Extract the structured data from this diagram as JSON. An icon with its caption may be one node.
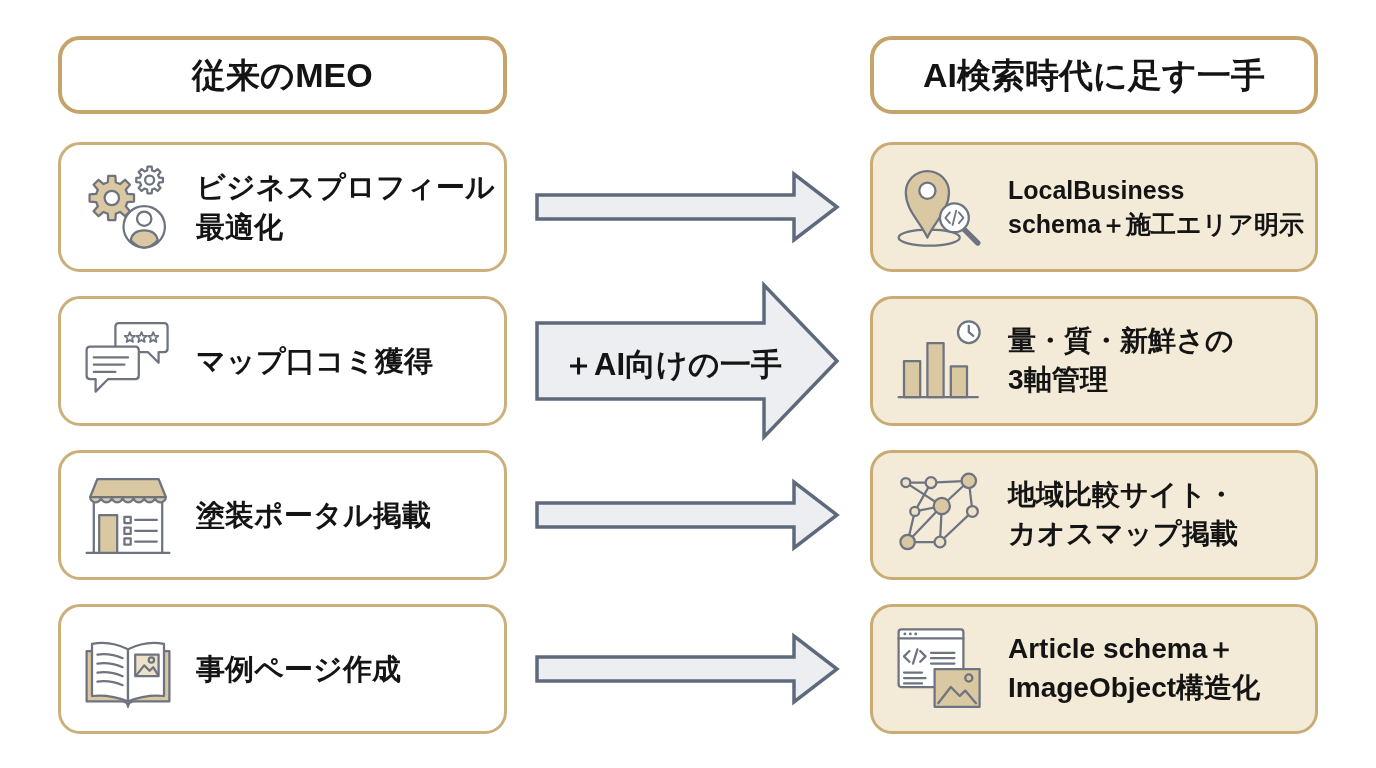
{
  "diagram": {
    "nodes": [
      {
        "text": [
          "従来のMEO"
        ]
      },
      {
        "text": [
          "AI検索時代に足す一手"
        ]
      },
      {
        "text": [
          "ビジネスプロフィール最適化"
        ]
      },
      {
        "text": [
          "マップ口コミ獲得"
        ]
      },
      {
        "text": [
          "塗装ポータル掲載"
        ]
      },
      {
        "text": [
          "事例ページ作成"
        ]
      },
      {
        "text": [
          "LocalBusiness schema＋施工エリア明示"
        ]
      },
      {
        "text": [
          "量・質・新鮮さの3軸管理"
        ]
      },
      {
        "text": [
          "地域比較サイト・カオスマップ掲載"
        ]
      },
      {
        "text": [
          "Article schema＋ImageObject構造化"
        ]
      }
    ],
    "edges": [
      {
        "from": 2,
        "to": 6,
        "arrow": "to"
      },
      {
        "from": 3,
        "to": 7,
        "arrow": "to",
        "label": "＋AI向けの一手"
      },
      {
        "from": 4,
        "to": 8,
        "arrow": "to"
      },
      {
        "from": 5,
        "to": 9,
        "arrow": "to"
      }
    ]
  }
}
